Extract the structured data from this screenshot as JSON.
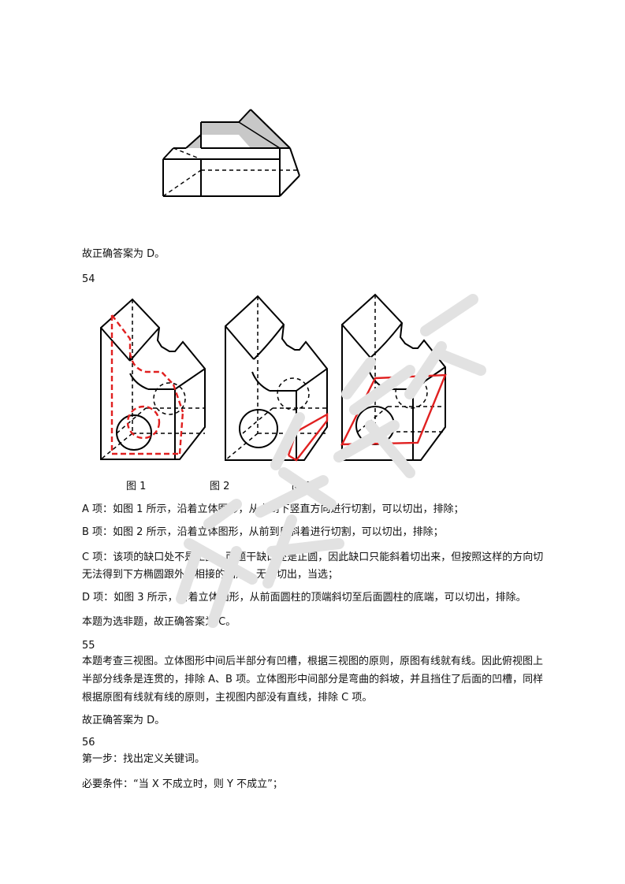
{
  "answer_53": "故正确答案为 D。",
  "q54": {
    "number": "54",
    "captions": [
      "图 1",
      "图 2",
      "图 3"
    ],
    "lines": [
      "A 项：如图 1 所示，沿着立体图形，从上到下竖直方向进行切割，可以切出，排除；",
      "B 项：如图 2 所示，沿着立体图形，从前到后斜着进行切割，可以切出，排除；",
      "C 项：该项的缺口处不是正圆，而题干缺口处是正圆，因此缺口只能斜着切出来，但按照这样的方向切无法得到下方椭圆跟外框相接的图形，无法切出，当选；",
      "D 项：如图 3 所示，沿着立体图形，从前面圆柱的顶端斜切至后面圆柱的底端，可以切出，排除。",
      "本题为选非题，故正确答案为 C。"
    ]
  },
  "q55": {
    "number": "55",
    "text": "本题考查三视图。立体图形中间后半部分有凹槽，根据三视图的原则，原图有线就有线。因此俯视图上半部分线条是连贯的，排除 A、B 项。立体图形中间部分是弯曲的斜坡，并且挡住了后面的凹槽，同样根据原图有线就有线的原则，主视图内部没有直线，排除 C 项。",
    "answer": "故正确答案为 D。"
  },
  "q56": {
    "number": "56",
    "step1": "第一步：找出定义关键词。",
    "necessary": "必要条件：“当 X 不成立时，则 Y 不成立”；"
  },
  "colors": {
    "red": "#e02020",
    "gray": "#c8c8c8",
    "watermark": "#e2e2e2"
  }
}
